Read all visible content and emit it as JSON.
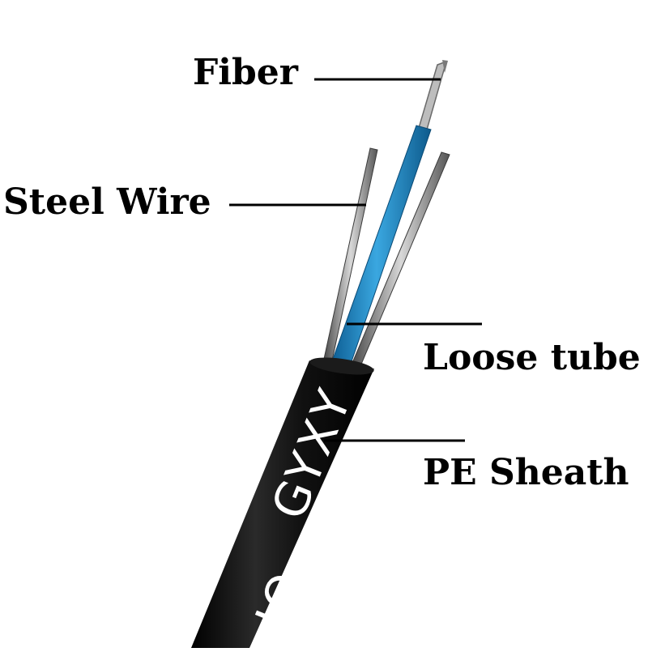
{
  "labels": {
    "fiber": "Fiber",
    "steel_wire": "Steel Wire",
    "loose_tube": "Loose tube",
    "pe_sheath": "PE Sheath"
  },
  "cable_print": {
    "brand": "JQ",
    "model": "GYXY"
  },
  "colors": {
    "sheath": "#111111",
    "loose_tube": "#1f86c6",
    "steel_wire": "#8a8a8a",
    "fiber": "#b9b9b9",
    "print": "#ffffff"
  }
}
